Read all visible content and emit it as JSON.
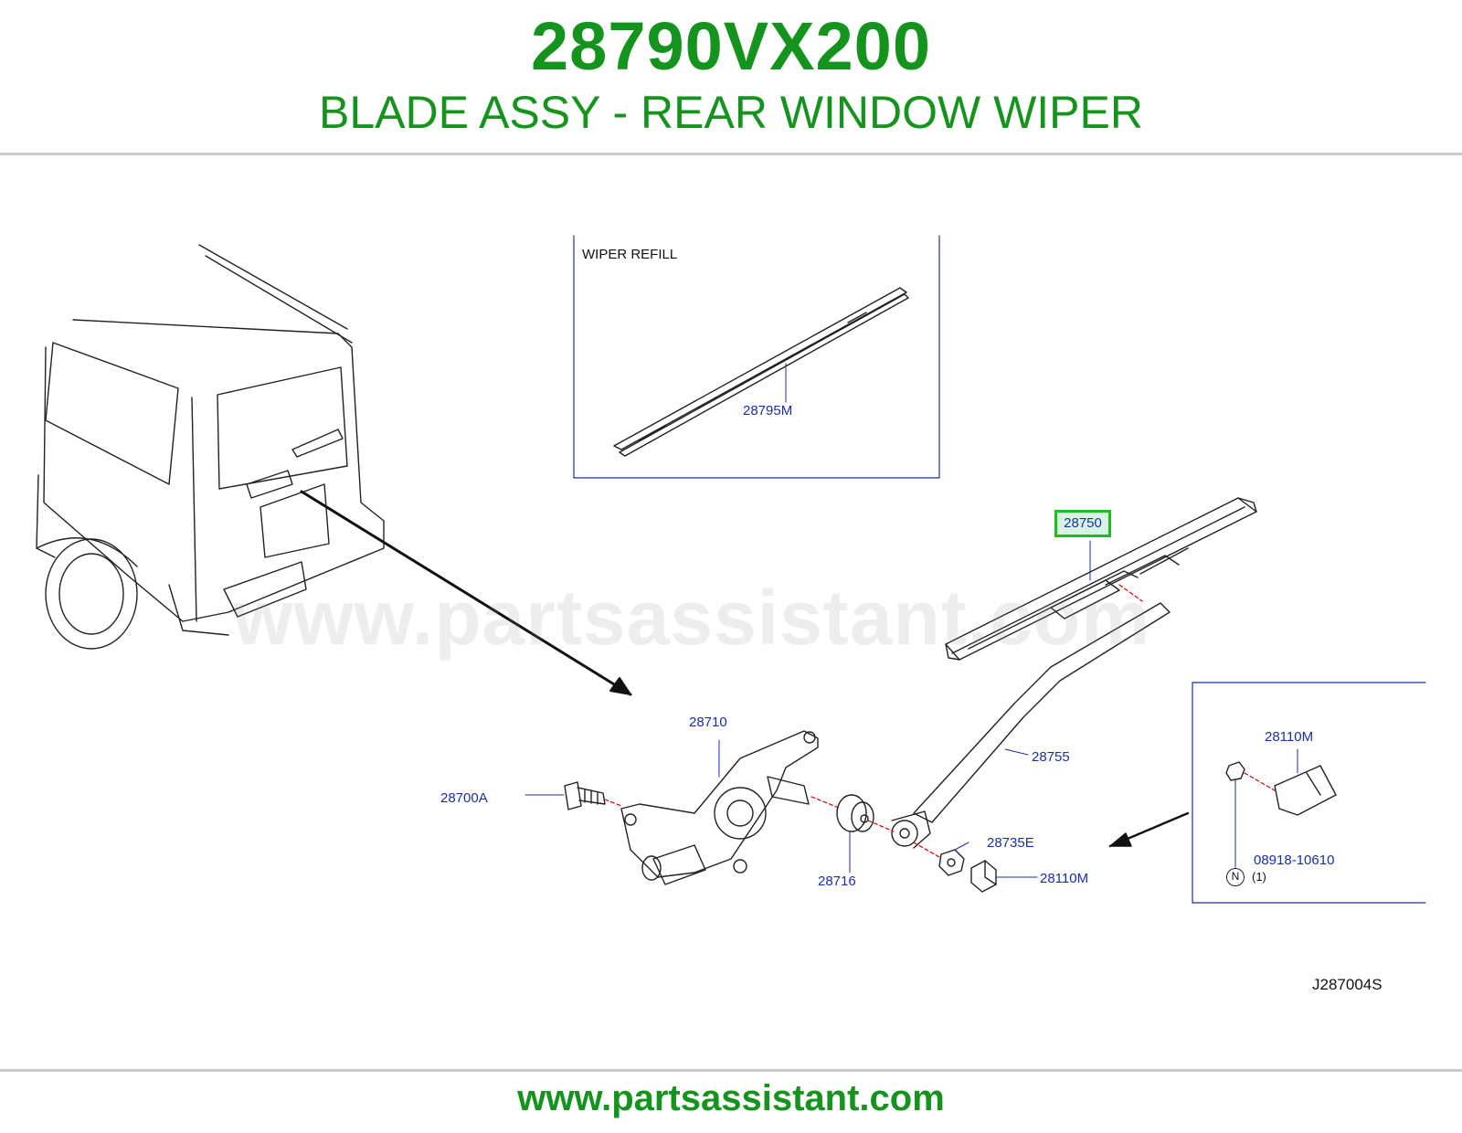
{
  "header": {
    "part_number": "28790VX200",
    "description": "BLADE ASSY - REAR WINDOW WIPER"
  },
  "diagram": {
    "inset_title": "WIPER   REFILL",
    "watermark": "www.partsassistant.com",
    "reference_code": "J287004S",
    "highlighted_part": "28750",
    "callouts": {
      "refill": "28795M",
      "blade": "28750",
      "motor": "28710",
      "bolt": "28700A",
      "grommet": "28716",
      "arm": "28755",
      "nut": "28735E",
      "cap": "28110M",
      "inset_cap": "28110M",
      "inset_nut": "08918-10610",
      "inset_qty": "(1)",
      "n_marker": "N"
    }
  },
  "footer": {
    "url": "www.partsassistant.com"
  },
  "colors": {
    "brand_green": "#14931d",
    "callout_blue": "#1a2fa8",
    "highlight_border": "#16c21a"
  }
}
